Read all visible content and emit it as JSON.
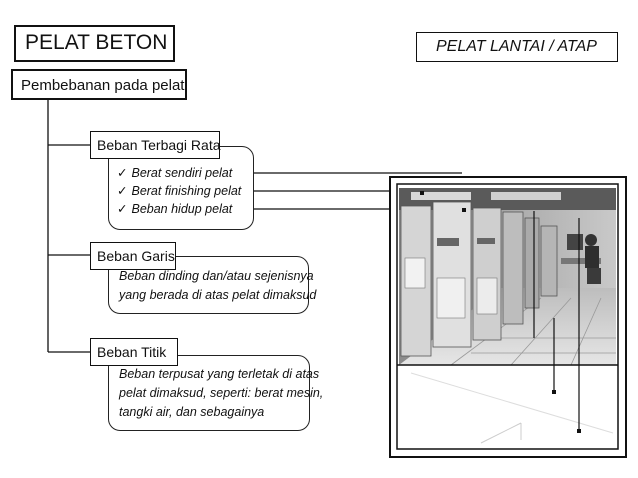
{
  "header": {
    "title": "PELAT BETON",
    "subtitle": "PELAT LANTAI / ATAP"
  },
  "root": {
    "label": "Pembebanan pada pelat"
  },
  "categories": [
    {
      "label": "Beban Terbagi Rata",
      "items": [
        "Berat sendiri pelat",
        "Berat finishing pelat",
        "Beban hidup pelat"
      ]
    },
    {
      "label": "Beban Garis",
      "description_lines": [
        "Beban dinding dan/atau sejenisnya",
        "yang berada di atas pelat dimaksud"
      ]
    },
    {
      "label": "Beban Titik",
      "description_lines": [
        "Beban terpusat yang terletak di atas",
        "pelat dimaksud, seperti: berat mesin,",
        "tangki air, dan sebagainya"
      ]
    }
  ],
  "check_icon": "check-icon",
  "photo": {
    "icon": "server-room-photo"
  }
}
